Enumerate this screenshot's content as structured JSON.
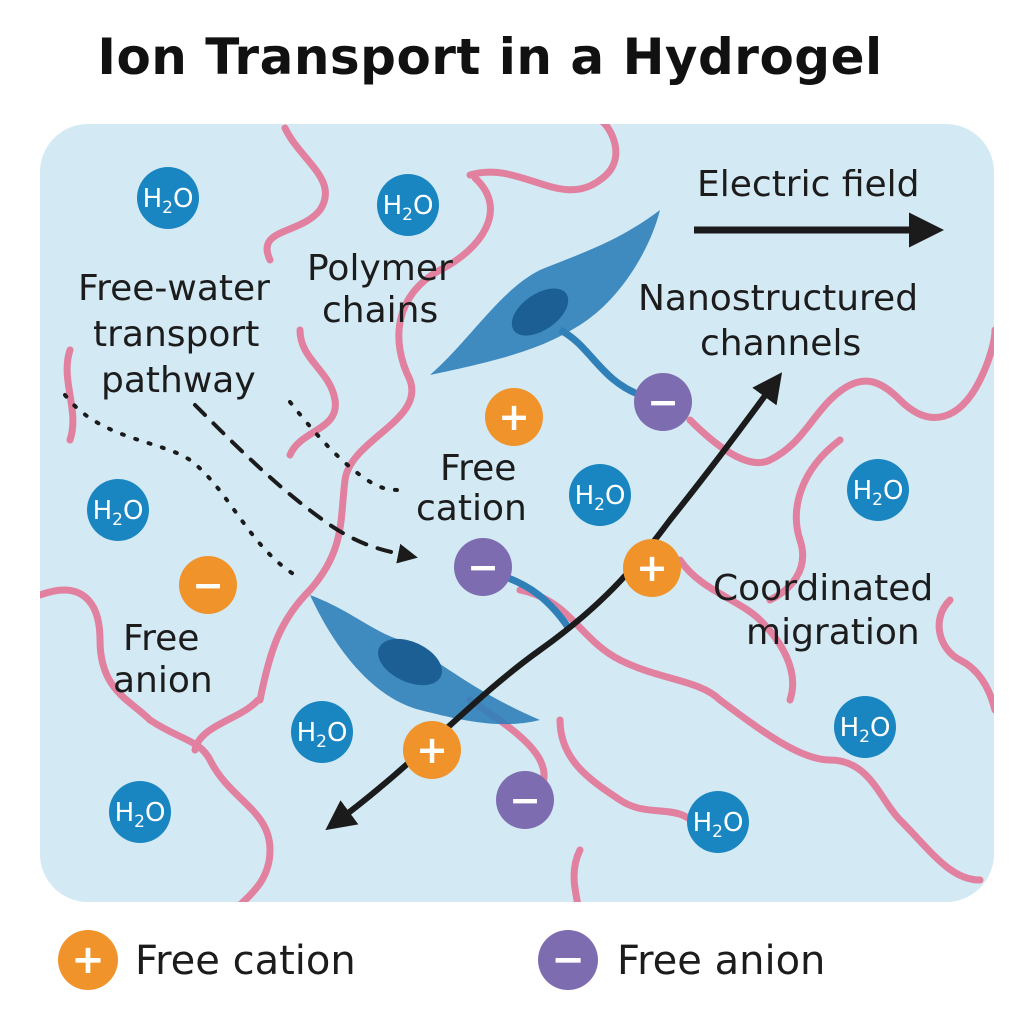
{
  "title": "Ion Transport in a Hydrogel",
  "labels": {
    "electric_field": "Electric field",
    "polymer_chains_line1": "Polymer",
    "polymer_chains_line2": "chains",
    "free_water_line1": "Free-water",
    "free_water_line2": "transport",
    "free_water_line3": "pathway",
    "nano_line1": "Nanostructured",
    "nano_line2": "channels",
    "free_cation_line1": "Free",
    "free_cation_line2": "cation",
    "free_anion_line1": "Free",
    "free_anion_line2": "anion",
    "coordinated_line1": "Coordinated",
    "coordinated_line2": "migration"
  },
  "water": {
    "main": "H",
    "sub": "2",
    "end": "O"
  },
  "symbols": {
    "plus": "+",
    "minus": "−"
  },
  "legend": {
    "cation": "Free cation",
    "anion": "Free anion"
  },
  "colors": {
    "panel": "#d3e9f4",
    "polymer": "#e1809f",
    "water": "#1a86c1",
    "cation": "#f0932b",
    "anion_dark": "#7e6cb0",
    "anion_orange": "#f0932b",
    "channel": "#2f80b9",
    "arrow": "#1b1b1b"
  }
}
